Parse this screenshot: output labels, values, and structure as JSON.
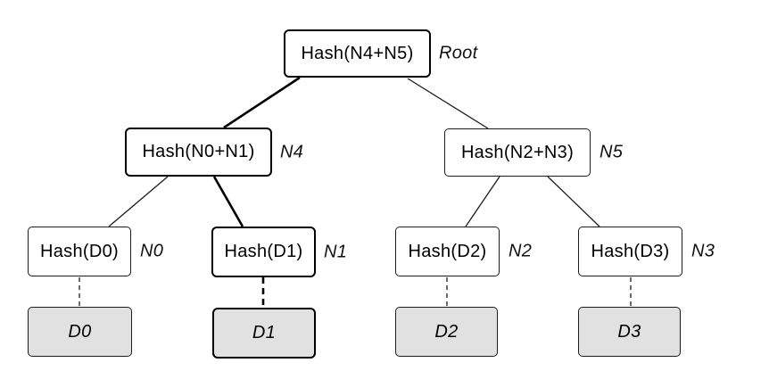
{
  "diagram": {
    "nodes": {
      "root": {
        "label": "Hash(N4+N5)",
        "tag": "Root"
      },
      "n4": {
        "label": "Hash(N0+N1)",
        "tag": "N4"
      },
      "n5": {
        "label": "Hash(N2+N3)",
        "tag": "N5"
      },
      "n0": {
        "label": "Hash(D0)",
        "tag": "N0"
      },
      "n1": {
        "label": "Hash(D1)",
        "tag": "N1"
      },
      "n2": {
        "label": "Hash(D2)",
        "tag": "N2"
      },
      "n3": {
        "label": "Hash(D3)",
        "tag": "N3"
      },
      "d0": {
        "label": "D0"
      },
      "d1": {
        "label": "D1"
      },
      "d2": {
        "label": "D2"
      },
      "d3": {
        "label": "D3"
      }
    },
    "edges": [
      {
        "from": "Root",
        "to": "N4",
        "style": "bold-solid"
      },
      {
        "from": "Root",
        "to": "N5",
        "style": "thin-solid"
      },
      {
        "from": "N4",
        "to": "N0",
        "style": "thin-solid"
      },
      {
        "from": "N4",
        "to": "N1",
        "style": "bold-solid"
      },
      {
        "from": "N5",
        "to": "N2",
        "style": "thin-solid"
      },
      {
        "from": "N5",
        "to": "N3",
        "style": "thin-solid"
      },
      {
        "from": "N0",
        "to": "D0",
        "style": "thin-dashed"
      },
      {
        "from": "N1",
        "to": "D1",
        "style": "bold-dashed"
      },
      {
        "from": "N2",
        "to": "D2",
        "style": "thin-dashed"
      },
      {
        "from": "N3",
        "to": "D3",
        "style": "thin-dashed"
      }
    ],
    "highlighted_path": [
      "D1",
      "N1",
      "N4",
      "Root"
    ],
    "colors": {
      "background": "#ffffff",
      "node_fill": "#ffffff",
      "data_block_fill": "#e1e1e1",
      "stroke": "#000000"
    }
  }
}
